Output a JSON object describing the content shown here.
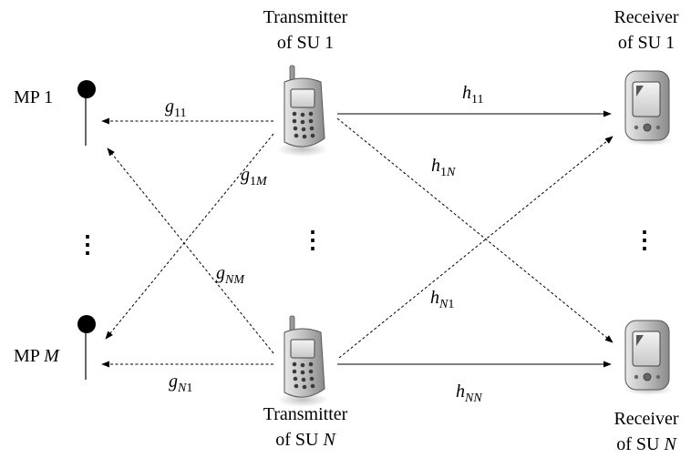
{
  "transmitters": {
    "top": {
      "line1": "Transmitter",
      "line2_prefix": "of SU ",
      "line2_index": "1"
    },
    "bottom": {
      "line1": "Transmitter",
      "line2_prefix": "of SU ",
      "line2_index": "N"
    }
  },
  "receivers": {
    "top": {
      "line1": "Receiver",
      "line2_prefix": "of SU ",
      "line2_index": "1"
    },
    "bottom": {
      "line1": "Receiver",
      "line2_prefix": "of SU ",
      "line2_index": "N"
    }
  },
  "monitors": {
    "top": {
      "prefix": "MP ",
      "index": "1"
    },
    "bottom": {
      "prefix": "MP ",
      "index": "M"
    }
  },
  "channels": {
    "g11": {
      "base": "g",
      "sub": "11"
    },
    "g1M": {
      "base": "g",
      "sub_num": "1",
      "sub_var": "M"
    },
    "gNM": {
      "base": "g",
      "sub_var": "NM"
    },
    "gN1": {
      "base": "g",
      "sub_var": "N",
      "sub_num": "1"
    },
    "h11": {
      "base": "h",
      "sub": "11"
    },
    "h1N": {
      "base": "h",
      "sub_num": "1",
      "sub_var": "N"
    },
    "hN1": {
      "base": "h",
      "sub_var": "N",
      "sub_num": "1"
    },
    "hNN": {
      "base": "h",
      "sub_var": "NN"
    }
  },
  "ellipsis": "⋮"
}
